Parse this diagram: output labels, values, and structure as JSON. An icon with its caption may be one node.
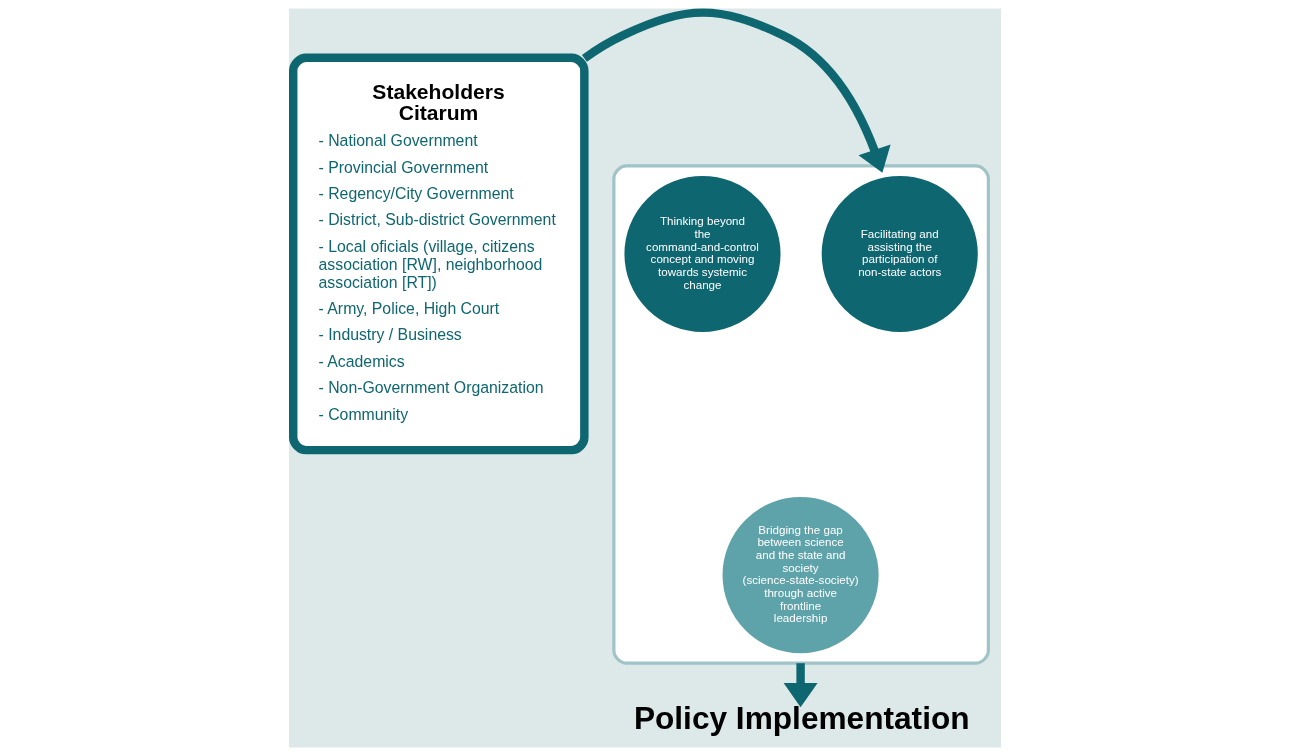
{
  "diagram": {
    "nodes": [
      {
        "text": [
          "Stakeholders Citarum",
          "- National Government",
          "- Provincial Government",
          "- Regency/City Government",
          "- District, Sub-district Government",
          "- Local oficials (village, citizens association [RW], neighborhood association [RT])",
          "- Army, Police, High Court",
          "- Industry / Business",
          "- Academics",
          "- Non-Government Organization",
          "- Community"
        ]
      },
      {
        "text": [],
        "shape": "funnel"
      },
      {
        "text": [
          "Facilitating and assisting the participation of non-state actors"
        ],
        "in": 1
      },
      {
        "text": [
          "Thinking beyond the command-and-control concept and moving towards systemic change"
        ],
        "in": 1
      },
      {
        "text": [
          "Bridging the gap between science and the state and society (science-state-society) through active frontline leadership"
        ],
        "in": 1
      },
      {
        "text": [
          "Policy Implementation"
        ]
      }
    ],
    "edges": [
      {
        "from": 0,
        "to": 1,
        "arrow": "to"
      },
      {
        "from": 1,
        "to": 5,
        "arrow": "to"
      }
    ]
  }
}
